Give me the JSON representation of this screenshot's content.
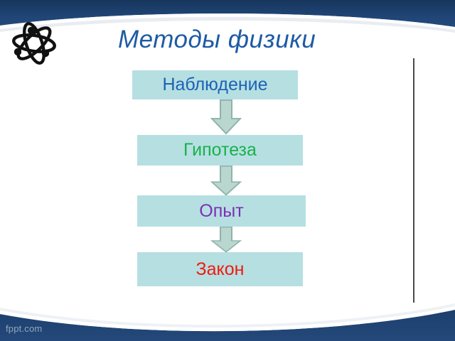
{
  "slide": {
    "title": "Методы физики",
    "title_color": "#1d5ba4",
    "background_color": "#ffffff",
    "band_color": "#1e406e",
    "watermark": "fppt.com",
    "logo_icon": "atom-icon"
  },
  "flow": {
    "box_fill": "#b6dfe2",
    "arrow_fill": "#b9d6cf",
    "arrow_stroke": "#88aca6",
    "steps": [
      {
        "label": "Наблюдение",
        "color": "#1b63b4"
      },
      {
        "label": "Гипотеза",
        "color": "#17b24a"
      },
      {
        "label": "Опыт",
        "color": "#7d2fb5"
      },
      {
        "label": "Закон",
        "color": "#f2190d"
      }
    ],
    "arrows": [
      {
        "name": "arrow-observation-to-hypothesis"
      },
      {
        "name": "arrow-hypothesis-to-experiment"
      },
      {
        "name": "arrow-experiment-to-law"
      }
    ]
  }
}
